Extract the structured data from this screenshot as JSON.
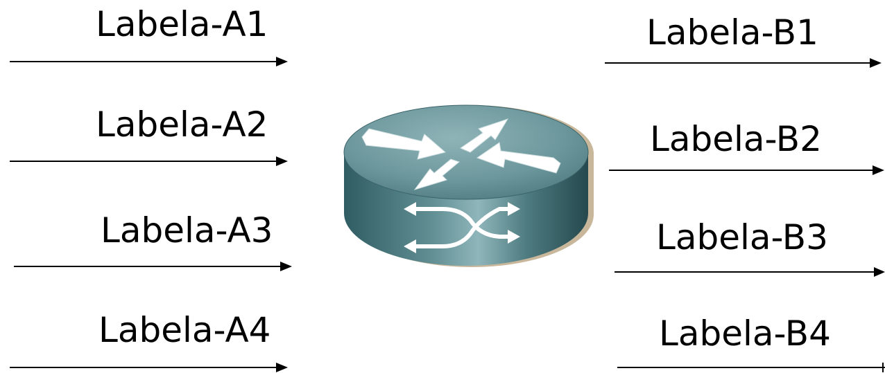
{
  "diagram": {
    "incoming_labels": [
      {
        "text": "Labela-A1"
      },
      {
        "text": "Labela-A2"
      },
      {
        "text": "Labela-A3"
      },
      {
        "text": "Labela-A4"
      }
    ],
    "outgoing_labels": [
      {
        "text": "Labela-B1"
      },
      {
        "text": "Labela-B2"
      },
      {
        "text": "Labela-B3"
      },
      {
        "text": "Labela-B4"
      }
    ],
    "router": {
      "icon": "router-icon",
      "body_color": "#3f6f75",
      "top_color": "#6e9aa0",
      "shadow_color": "#c9b79c",
      "arrow_color": "#ffffff"
    }
  }
}
